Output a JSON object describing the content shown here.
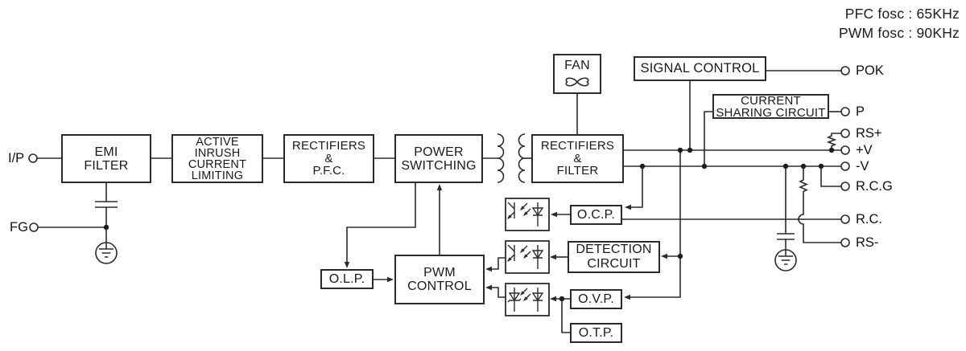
{
  "title": "Power supply block diagram",
  "annotations": {
    "pfc_fosc": "PFC fosc : 65KHz",
    "pwm_fosc": "PWM fosc : 90KHz"
  },
  "blocks": {
    "emi_filter": {
      "label": "EMI\nFILTER"
    },
    "inrush": {
      "label": "ACTIVE\nINRUSH\nCURRENT\nLIMITING"
    },
    "rectifiers_pfc": {
      "label": "RECTIFIERS\n&\nP.F.C."
    },
    "power_switching": {
      "label": "POWER\nSWITCHING"
    },
    "rectifiers_filter": {
      "label": "RECTIFIERS\n&\nFILTER"
    },
    "fan": {
      "label": "FAN"
    },
    "signal_control": {
      "label": "SIGNAL CONTROL"
    },
    "current_sharing": {
      "label": "CURRENT\nSHARING CIRCUIT"
    },
    "ocp": {
      "label": "O.C.P."
    },
    "detection": {
      "label": "DETECTION\nCIRCUIT"
    },
    "ovp": {
      "label": "O.V.P."
    },
    "otp": {
      "label": "O.T.P."
    },
    "pwm_control": {
      "label": "PWM\nCONTROL"
    },
    "olp": {
      "label": "O.L.P."
    }
  },
  "terminals": {
    "ip": "I/P",
    "fg": "FG",
    "pok": "POK",
    "p": "P",
    "rs_plus": "RS+",
    "v_plus": "+V",
    "v_minus": "-V",
    "rcg": "R.C.G",
    "rc": "R.C.",
    "rs_minus": "RS-"
  },
  "colors": {
    "line": "#2b2b2b",
    "background": "#ffffff"
  }
}
